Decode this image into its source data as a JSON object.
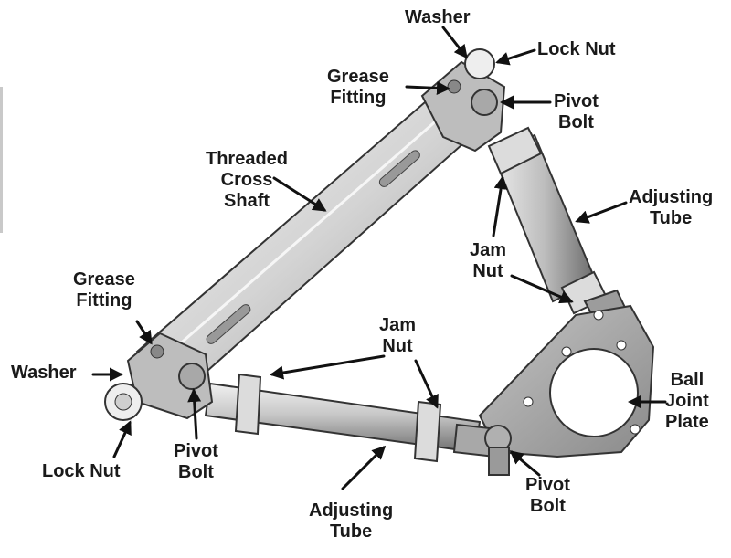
{
  "labels": {
    "washer_top": "Washer",
    "lock_nut_top": "Lock Nut",
    "grease_fitting_top": [
      "Grease",
      "Fitting"
    ],
    "pivot_bolt_top": [
      "Pivot",
      "Bolt"
    ],
    "threaded_cross_shaft": [
      "Threaded",
      "Cross",
      "Shaft"
    ],
    "adjusting_tube_right": [
      "Adjusting",
      "Tube"
    ],
    "jam_nut_right": [
      "Jam",
      "Nut"
    ],
    "grease_fitting_left": [
      "Grease",
      "Fitting"
    ],
    "jam_nut_bottom": [
      "Jam",
      "Nut"
    ],
    "washer_left": "Washer",
    "ball_joint_plate": [
      "Ball",
      "Joint",
      "Plate"
    ],
    "lock_nut_bottom": "Lock Nut",
    "pivot_bolt_left": [
      "Pivot",
      "Bolt"
    ],
    "adjusting_tube_bottom": [
      "Adjusting",
      "Tube"
    ],
    "pivot_bolt_right": [
      "Pivot",
      "Bolt"
    ]
  },
  "colors": {
    "metal_light": "#e4e4e4",
    "metal_mid": "#b8b8b8",
    "metal_dark": "#6e6e6e",
    "outline": "#222222",
    "text": "#1a1a1a"
  }
}
